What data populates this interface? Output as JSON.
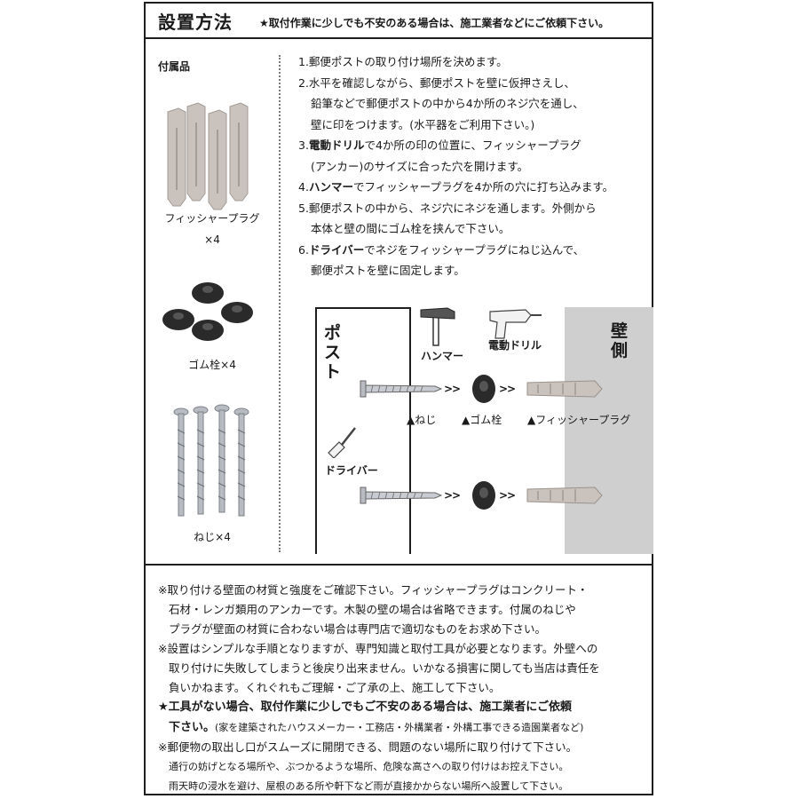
{
  "header": {
    "title": "設置方法",
    "note": "★取付作業に少しでも不安のある場合は、施工業者などにご依頼下さい。"
  },
  "accessories": {
    "title": "付属品",
    "plug_label": "フィッシャープラグ",
    "plug_qty": "×4",
    "rubber_label": "ゴム栓×4",
    "screw_label": "ねじ×4"
  },
  "steps": [
    "1.郵便ポストの取り付け場所を決めます。",
    "2.水平を確認しながら、郵便ポストを壁に仮押さえし、",
    "鉛筆などで郵便ポストの中から4か所のネジ穴を通し、",
    "壁に印をつけます。(水平器をご利用下さい。)",
    "3.",
    "電動ドリル",
    "で4か所の印の位置に、フィッシャープラグ",
    "(アンカー)のサイズに合った穴を開けます。",
    "4.",
    "ハンマー",
    "でフィッシャープラグを4か所の穴に打ち込みます。",
    "5.郵便ポストの中から、ネジ穴にネジを通します。外側から",
    "本体と壁の間にゴム栓を挟んで下さい。",
    "6.",
    "ドライバー",
    "でネジをフィッシャープラグにねじ込んで、",
    "郵便ポストを壁に固定します。"
  ],
  "diagram": {
    "post_label": "ポスト",
    "wall_label": "壁側",
    "hammer_label": "ハンマー",
    "drill_label": "電動ドリル",
    "driver_label": "ドライバー",
    "screw_label": "▲ねじ",
    "rubber_label": "▲ゴム栓",
    "plug_label": "▲フィッシャープラグ",
    "arrow": ">>"
  },
  "notes": [
    "※取り付ける壁面の材質と強度をご確認下さい。フィッシャープラグはコンクリート・",
    "石材・レンガ類用のアンカーです。木製の壁の場合は省略できます。付属のねじや",
    "プラグが壁面の材質に合わない場合は専門店で適切なものをお求め下さい。",
    "※設置はシンプルな手順となりますが、専門知識と取付工具が必要となります。外壁への",
    "取り付けに失敗してしまうと後戻り出来ません。いかなる損害に関しても当店は責任を",
    "負いかねます。くれぐれもご理解・ご了承の上、施工して下さい。",
    "★工具がない場合、取付作業に少しでもご不安のある場合は、施工業者にご依頼",
    "下さい。",
    "(家を建築されたハウスメーカー・工務店・外構業者・外構工事できる造園業者など)",
    "※郵便物の取出し口がスムーズに開閉できる、問題のない場所に取り付けて下さい。",
    "通行の妨げとなる場所や、ぶつかるような場所、危険な高さへの取り付けはお控え下さい。",
    "雨天時の浸水を避け、屋根のある所や軒下など雨が直接かからない場所へ設置して下さい。"
  ],
  "colors": {
    "border": "#1f1f1f",
    "wall_gray": "#cfcfcf",
    "plug_gray": "#c9c2bd",
    "rubber_black": "#2a2a2a",
    "metal": "#b8bcc2"
  }
}
